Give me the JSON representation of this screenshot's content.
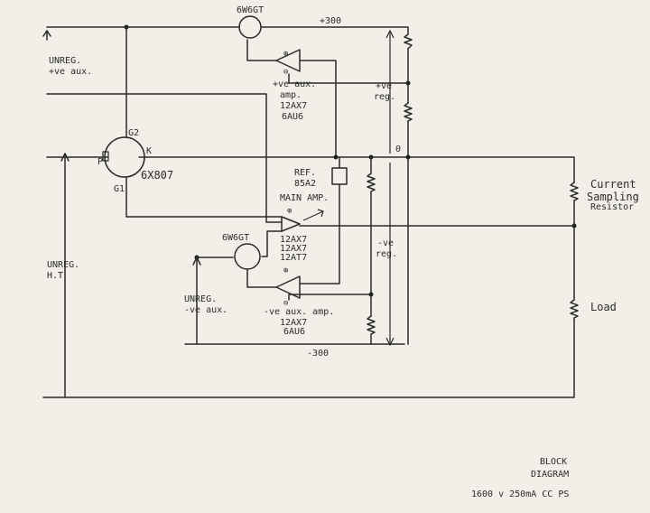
{
  "diagram": {
    "title_block": {
      "line1": "BLOCK",
      "line2": "DIAGRAM",
      "line3": "1600 v 250mA  CC  PS"
    },
    "rails": {
      "plus": "+300",
      "minus": "-300",
      "zero": "0"
    },
    "left_inputs": {
      "unreg_pos_1": "UNREG.",
      "unreg_pos_2": "+ve aux.",
      "unreg_ht_1": "UNREG.",
      "unreg_ht_2": "H.T",
      "unreg_neg_1": "UNREG.",
      "unreg_neg_2": "-ve aux."
    },
    "top_tube": {
      "label": "6W6GT"
    },
    "pos_aux_amp": {
      "l1": "+ve aux.",
      "l2": "amp.",
      "l3": "12AX7",
      "l4": "6AU6"
    },
    "pos_reg": {
      "l1": "+ve",
      "l2": "reg."
    },
    "main_tube": {
      "g2": "G2",
      "k": "K",
      "p": "P",
      "g1": "G1",
      "label": "6X807"
    },
    "ref": {
      "l1": "REF.",
      "l2": "85A2"
    },
    "main_amp": {
      "label": "MAIN AMP.",
      "l1": "12AX7",
      "l2": "12AX7",
      "l3": "12AT7"
    },
    "bottom_tube": {
      "label": "6W6GT"
    },
    "neg_reg": {
      "l1": "-ve",
      "l2": "reg."
    },
    "neg_aux_amp": {
      "l1": "-ve aux. amp.",
      "l2": "12AX7",
      "l3": "6AU6"
    },
    "current_sense": {
      "l1": "Current",
      "l2": "Sampling",
      "l3": "Resistor"
    },
    "load": {
      "label": "Load"
    }
  }
}
